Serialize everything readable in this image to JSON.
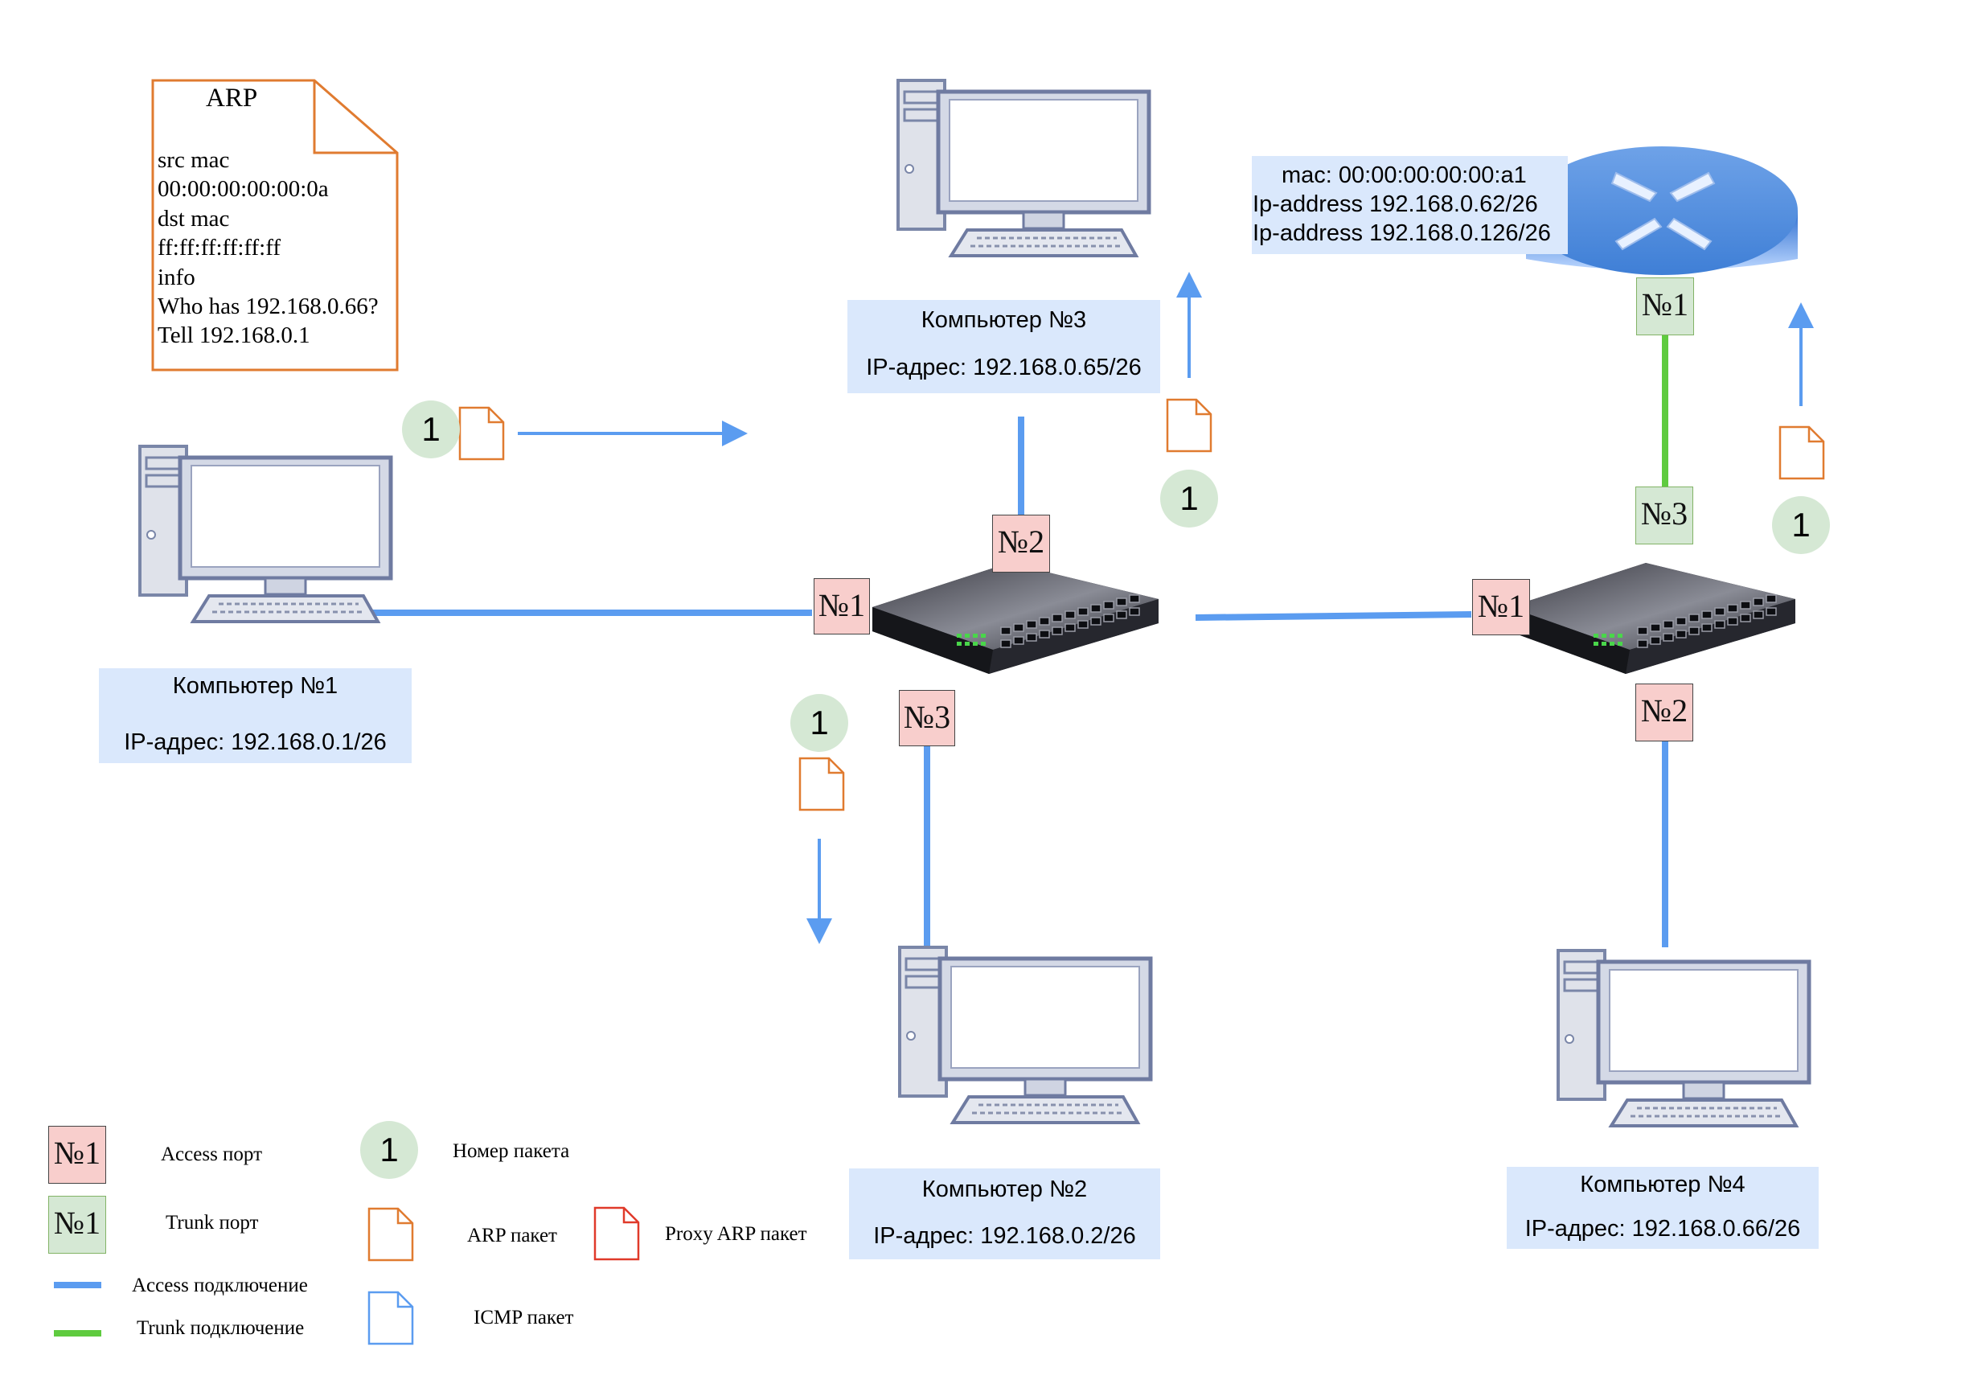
{
  "arp_note": {
    "title": "ARP",
    "lines": [
      "src mac",
      "00:00:00:00:00:0a",
      "dst mac",
      "ff:ff:ff:ff:ff:ff",
      "info",
      "Who has 192.168.0.66?",
      "Tell 192.168.0.1"
    ]
  },
  "router_info": {
    "lines": [
      "mac: 00:00:00:00:00:a1",
      "Ip-address 192.168.0.62/26",
      "Ip-address 192.168.0.126/26"
    ]
  },
  "computers": {
    "pc1": {
      "name": "Компьютер №1",
      "ip": "IP-адрес: 192.168.0.1/26"
    },
    "pc2": {
      "name": "Компьютер №2",
      "ip": "IP-адрес: 192.168.0.2/26"
    },
    "pc3": {
      "name": "Компьютер №3",
      "ip": "IP-адрес: 192.168.0.65/26"
    },
    "pc4": {
      "name": "Компьютер №4",
      "ip": "IP-адрес: 192.168.0.66/26"
    }
  },
  "ports": {
    "sw1_p1": "№1",
    "sw1_p2": "№2",
    "sw1_p3": "№3",
    "sw2_p1": "№1",
    "sw2_p2": "№2",
    "sw2_p3": "№3",
    "router_p1": "№1"
  },
  "packet_badges": [
    "1",
    "1",
    "1",
    "1"
  ],
  "legend": {
    "access_port_sample": "№1",
    "access_port": "Access порт",
    "trunk_port_sample": "№1",
    "trunk_port": "Trunk порт",
    "access_link": "Access подключение",
    "trunk_link": "Trunk подключение",
    "packet_number_sample": "1",
    "packet_number": "Номер пакета",
    "arp_packet": "ARP пакет",
    "proxy_arp_packet": "Proxy ARP пакет",
    "icmp_packet": "ICMP пакет"
  },
  "colors": {
    "access_link": "#5b9cf0",
    "trunk_link": "#5fcb3f",
    "arp_packet": "#e07b30",
    "proxy_arp_packet": "#e03a2a",
    "icmp_packet": "#5b9cf0",
    "access_port_fill": "#f8cecc",
    "trunk_port_fill": "#d5e8d4",
    "label_box_fill": "#dae8fc"
  }
}
